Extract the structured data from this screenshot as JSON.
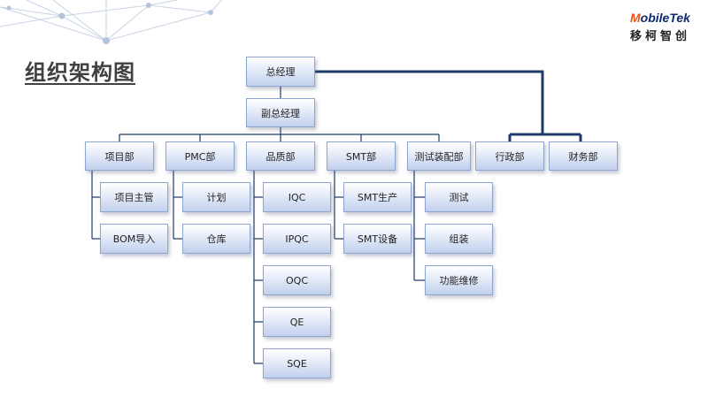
{
  "title": "组织架构图",
  "logo": {
    "brand_m": "M",
    "brand_rest": "obileTek",
    "chinese": "移柯智创"
  },
  "org": {
    "gm": "总经理",
    "deputy_gm": "副总经理",
    "admin": "行政部",
    "finance": "财务部",
    "project": {
      "label": "项目部",
      "children": [
        "项目主管",
        "BOM导入"
      ]
    },
    "pmc": {
      "label": "PMC部",
      "children": [
        "计划",
        "仓库"
      ]
    },
    "quality": {
      "label": "品质部",
      "children": [
        "IQC",
        "IPQC",
        "OQC",
        "QE",
        "SQE"
      ]
    },
    "smt": {
      "label": "SMT部",
      "children": [
        "SMT生产",
        "SMT设备"
      ]
    },
    "test": {
      "label": "测试装配部",
      "children": [
        "测试",
        "组装",
        "功能维修"
      ]
    }
  }
}
